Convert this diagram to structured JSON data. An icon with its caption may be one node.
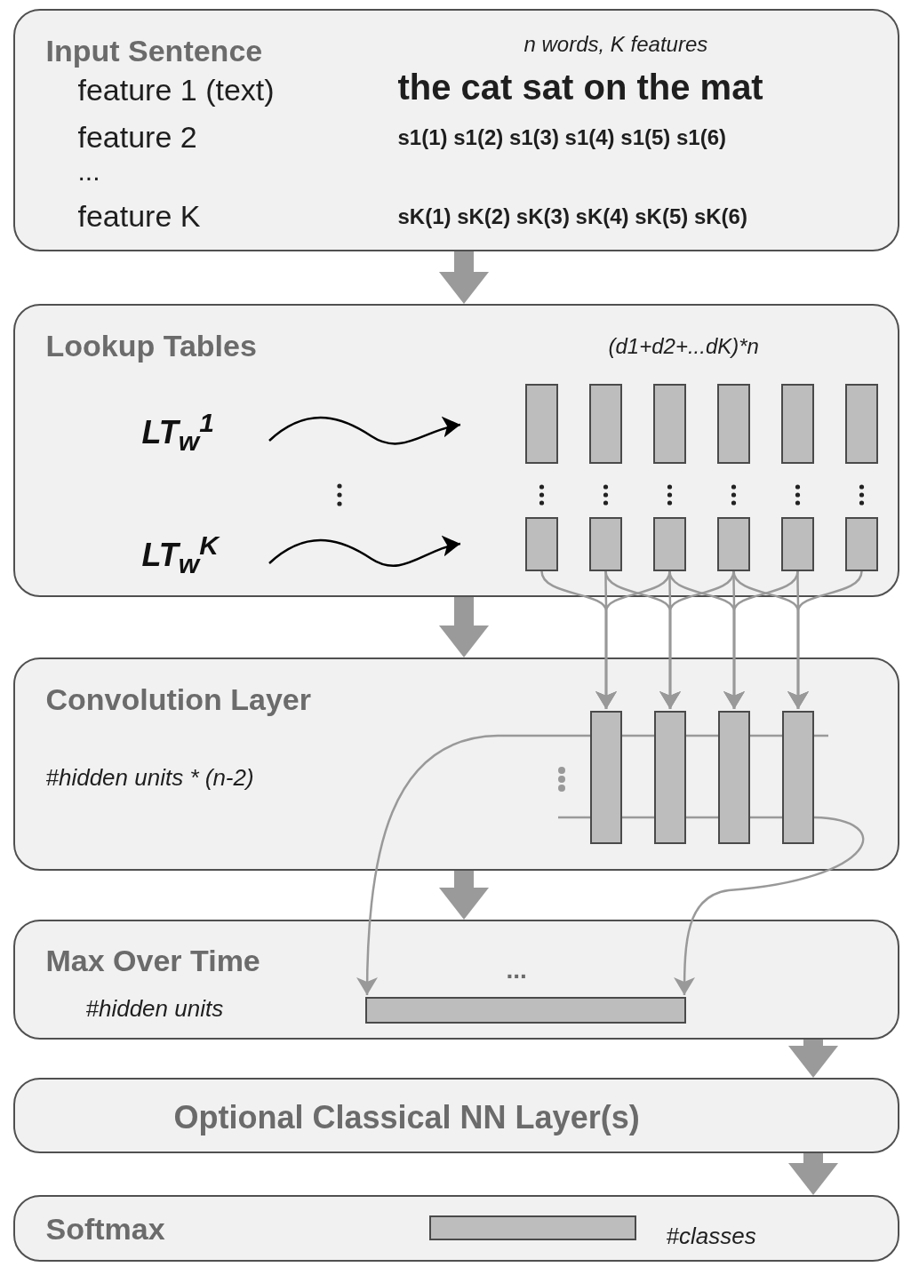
{
  "diagram": {
    "nodes": [
      {
        "text": [
          "Input Sentence",
          "n words, K features",
          "feature 1 (text)",
          "the cat sat on the mat",
          "feature 2",
          "s1(1) s1(2) s1(3) s1(4) s1(5) s1(6)",
          "...",
          "feature K",
          "sK(1) sK(2) sK(3) sK(4) sK(5) sK(6)"
        ]
      },
      {
        "text": [
          "Lookup Tables",
          "(d1+d2+...dK)*n"
        ]
      },
      {
        "text": [
          "LT$_{w}$$^{1}$"
        ],
        "in": 1
      },
      {
        "text": [
          "LT$_{w}$$^{K}$"
        ],
        "in": 1
      },
      {
        "text": [],
        "shape": "bar",
        "in": 1
      },
      {
        "text": [],
        "shape": "bar",
        "in": 1
      },
      {
        "text": [],
        "shape": "bar",
        "in": 1
      },
      {
        "text": [],
        "shape": "bar",
        "in": 1
      },
      {
        "text": [],
        "shape": "bar",
        "in": 1
      },
      {
        "text": [],
        "shape": "bar",
        "in": 1
      },
      {
        "text": [],
        "shape": "bar",
        "in": 1
      },
      {
        "text": [],
        "shape": "bar",
        "in": 1
      },
      {
        "text": [],
        "shape": "bar",
        "in": 1
      },
      {
        "text": [],
        "shape": "bar",
        "in": 1
      },
      {
        "text": [],
        "shape": "bar",
        "in": 1
      },
      {
        "text": [],
        "shape": "bar",
        "in": 1
      },
      {
        "text": [
          "Convolution Layer",
          "#hidden units * (n-2)"
        ]
      },
      {
        "text": [],
        "shape": "bar",
        "in": 16
      },
      {
        "text": [],
        "shape": "bar",
        "in": 16
      },
      {
        "text": [],
        "shape": "bar",
        "in": 16
      },
      {
        "text": [],
        "shape": "bar",
        "in": 16
      },
      {
        "text": [
          "Max Over Time",
          "#hidden units",
          "..."
        ]
      },
      {
        "text": [],
        "shape": "bar",
        "in": 21
      },
      {
        "text": [
          "Optional Classical NN Layer(s)"
        ]
      },
      {
        "text": [
          "Softmax",
          "#classes"
        ]
      },
      {
        "text": [],
        "shape": "bar",
        "in": 24
      }
    ],
    "edges": [
      {
        "from": 0,
        "to": 1,
        "arrow": "to",
        "style": "thick"
      },
      {
        "from": 1,
        "to": 16,
        "arrow": "to",
        "style": "thick"
      },
      {
        "from": 16,
        "to": 21,
        "arrow": "to",
        "style": "thick"
      },
      {
        "from": 21,
        "to": 23,
        "arrow": "to",
        "style": "thick"
      },
      {
        "from": 23,
        "to": 24,
        "arrow": "to",
        "style": "thick"
      },
      {
        "from": 2,
        "to": null,
        "arrow": "to",
        "color": "#000000"
      },
      {
        "from": 3,
        "to": null,
        "arrow": "to",
        "color": "#000000"
      },
      {
        "from": 10,
        "to": 17,
        "arrow": "to"
      },
      {
        "from": 11,
        "to": 17,
        "arrow": "to"
      },
      {
        "from": 12,
        "to": 17,
        "arrow": "to"
      },
      {
        "from": 11,
        "to": 18,
        "arrow": "to"
      },
      {
        "from": 12,
        "to": 18,
        "arrow": "to"
      },
      {
        "from": 13,
        "to": 18,
        "arrow": "to"
      },
      {
        "from": 12,
        "to": 19,
        "arrow": "to"
      },
      {
        "from": 13,
        "to": 19,
        "arrow": "to"
      },
      {
        "from": 14,
        "to": 19,
        "arrow": "to"
      },
      {
        "from": 13,
        "to": 20,
        "arrow": "to"
      },
      {
        "from": 14,
        "to": 20,
        "arrow": "to"
      },
      {
        "from": 15,
        "to": 20,
        "arrow": "to"
      },
      {
        "from": 17,
        "to": 22,
        "arrow": "to"
      },
      {
        "from": 20,
        "to": 22,
        "arrow": "to"
      }
    ]
  }
}
